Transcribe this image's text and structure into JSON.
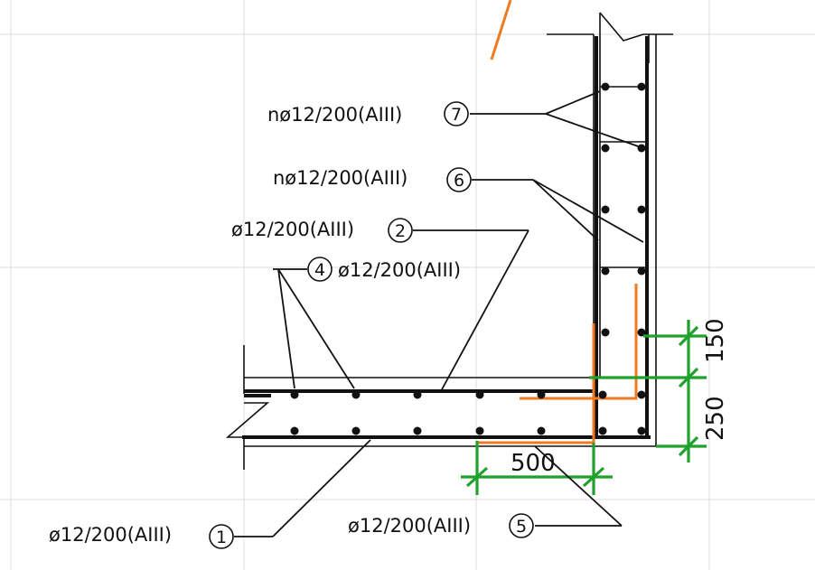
{
  "callouts": {
    "c7": {
      "text": "nø12/200(AIII)",
      "num": "7"
    },
    "c6": {
      "text": "nø12/200(AIII)",
      "num": "6"
    },
    "c2": {
      "text": "ø12/200(AIII)",
      "num": "2"
    },
    "c4": {
      "text": "ø12/200(AIII)",
      "num": "4"
    },
    "c1": {
      "text": "ø12/200(AIII)",
      "num": "1"
    },
    "c5": {
      "text": "ø12/200(AIII)",
      "num": "5"
    }
  },
  "dimensions": {
    "anchor_length": "500",
    "vertical_upper": "150",
    "vertical_lower": "250"
  },
  "colors": {
    "rebar": "#111111",
    "bent_bars": "#f07a22",
    "dimension_lines": "#1fa12b",
    "grid": "#dcdcdc"
  }
}
